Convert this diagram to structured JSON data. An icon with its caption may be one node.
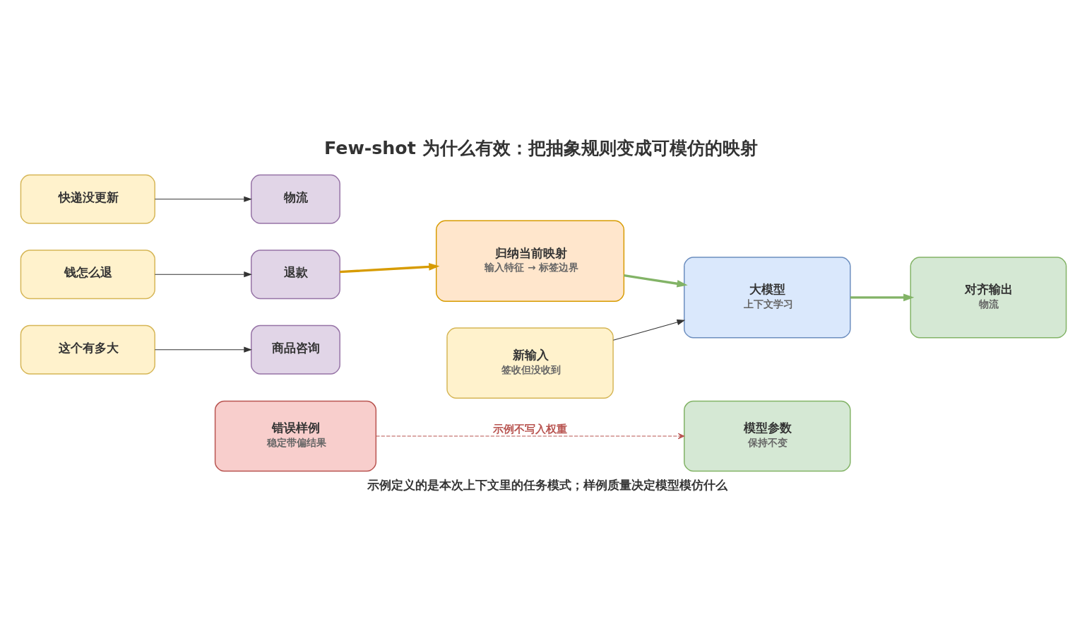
{
  "diagram": {
    "title": "Few-shot 为什么有效：把抽象规则变成可模仿的映射",
    "caption": "示例定义的是本次上下文里的任务模式；样例质量决定模型模仿什么",
    "nodes": [
      {
        "text": [
          "快递没更新"
        ]
      },
      {
        "text": [
          "物流"
        ]
      },
      {
        "text": [
          "钱怎么退"
        ]
      },
      {
        "text": [
          "退款"
        ]
      },
      {
        "text": [
          "这个有多大"
        ]
      },
      {
        "text": [
          "商品咨询"
        ]
      },
      {
        "text": [
          "归纳当前映射",
          "输入特征 → 标签边界"
        ]
      },
      {
        "text": [
          "大模型",
          "上下文学习"
        ]
      },
      {
        "text": [
          "对齐输出",
          "物流"
        ]
      },
      {
        "text": [
          "新输入",
          "签收但没收到"
        ]
      },
      {
        "text": [
          "模型参数",
          "保持不变"
        ]
      },
      {
        "text": [
          "错误样例",
          "稳定带偏结果"
        ]
      }
    ],
    "edges": [
      {
        "from": 0,
        "to": 1,
        "arrow": "to"
      },
      {
        "from": 2,
        "to": 3,
        "arrow": "to"
      },
      {
        "from": 4,
        "to": 5,
        "arrow": "to"
      },
      {
        "from": 3,
        "to": 6,
        "arrow": "to",
        "style": "thick",
        "color": "#d79b00"
      },
      {
        "from": 6,
        "to": 7,
        "arrow": "to",
        "style": "thick",
        "color": "#82b366"
      },
      {
        "from": 7,
        "to": 8,
        "arrow": "to",
        "style": "thick",
        "color": "#82b366"
      },
      {
        "from": 9,
        "to": 7,
        "arrow": "to"
      },
      {
        "from": 11,
        "to": 10,
        "arrow": "to",
        "label": "示例不写入权重",
        "style": "dashed",
        "color": "#b85450"
      }
    ]
  }
}
